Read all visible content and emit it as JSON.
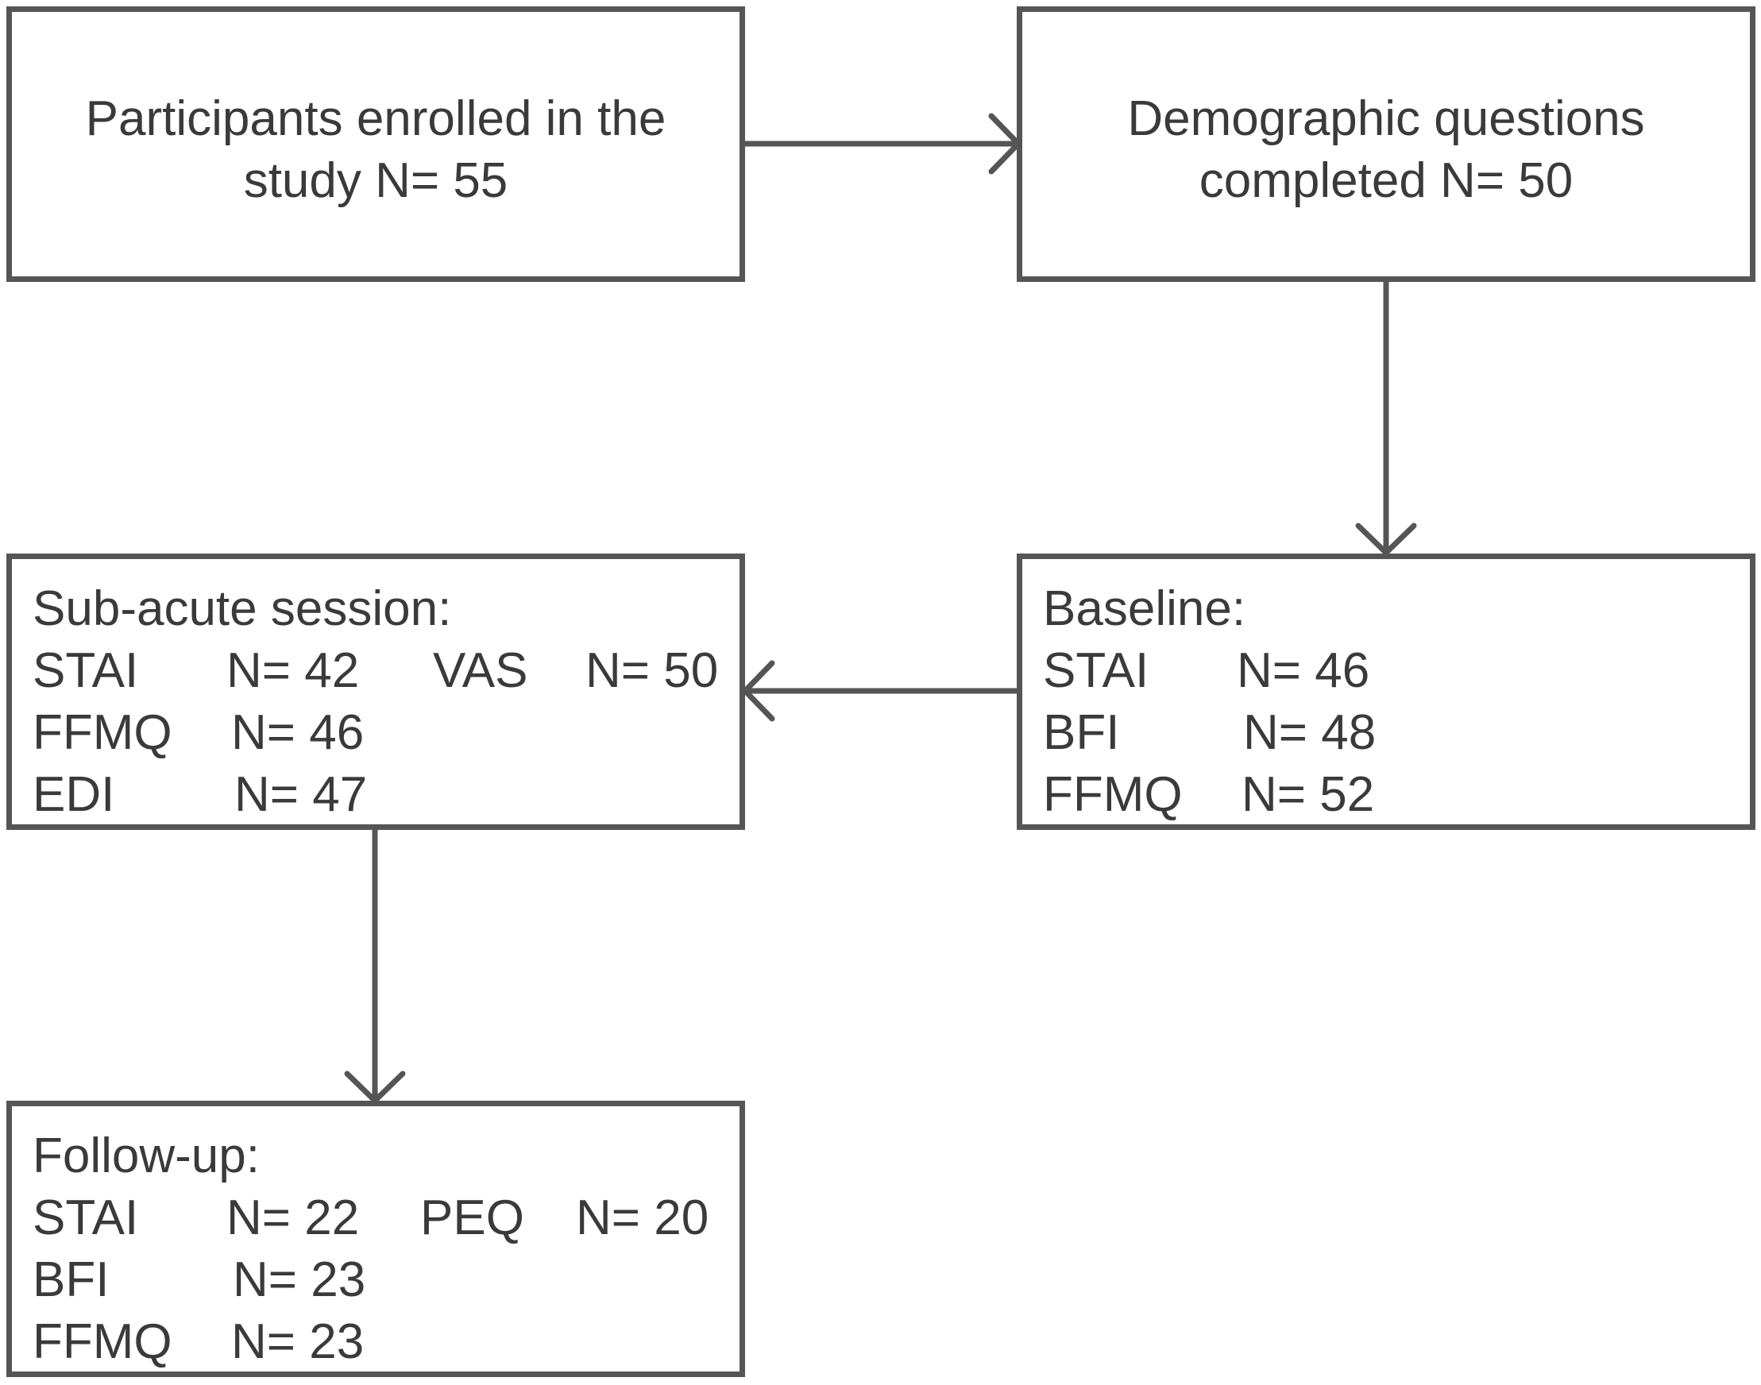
{
  "nodes": {
    "enrolled": {
      "line1": "Participants enrolled in the",
      "line2": "study N= 55"
    },
    "demographic": {
      "line1": "Demographic questions",
      "line2": "completed N= 50"
    },
    "baseline": {
      "title": "Baseline:",
      "rows": [
        {
          "measure": "STAI",
          "n": "N= 46"
        },
        {
          "measure": "BFI",
          "n": "N= 48"
        },
        {
          "measure": "FFMQ",
          "n": "N= 52"
        }
      ]
    },
    "subacute": {
      "title": "Sub-acute session:",
      "rows": [
        {
          "measure": "STAI",
          "n": "N= 42",
          "measure2": "VAS",
          "n2": "N= 50"
        },
        {
          "measure": "FFMQ",
          "n": "N= 46"
        },
        {
          "measure": "EDI",
          "n": "N= 47"
        }
      ]
    },
    "followup": {
      "title": "Follow-up:",
      "rows": [
        {
          "measure": "STAI",
          "n": "N= 22",
          "measure2": "PEQ",
          "n2": "N= 20"
        },
        {
          "measure": "BFI",
          "n": "N= 23"
        },
        {
          "measure": "FFMQ",
          "n": "N= 23"
        }
      ]
    }
  },
  "edges": [
    {
      "from": "enrolled",
      "to": "demographic"
    },
    {
      "from": "demographic",
      "to": "baseline"
    },
    {
      "from": "baseline",
      "to": "subacute"
    },
    {
      "from": "subacute",
      "to": "followup"
    }
  ],
  "colors": {
    "border": "#555555",
    "text": "#3a3a3a",
    "background": "#ffffff"
  }
}
